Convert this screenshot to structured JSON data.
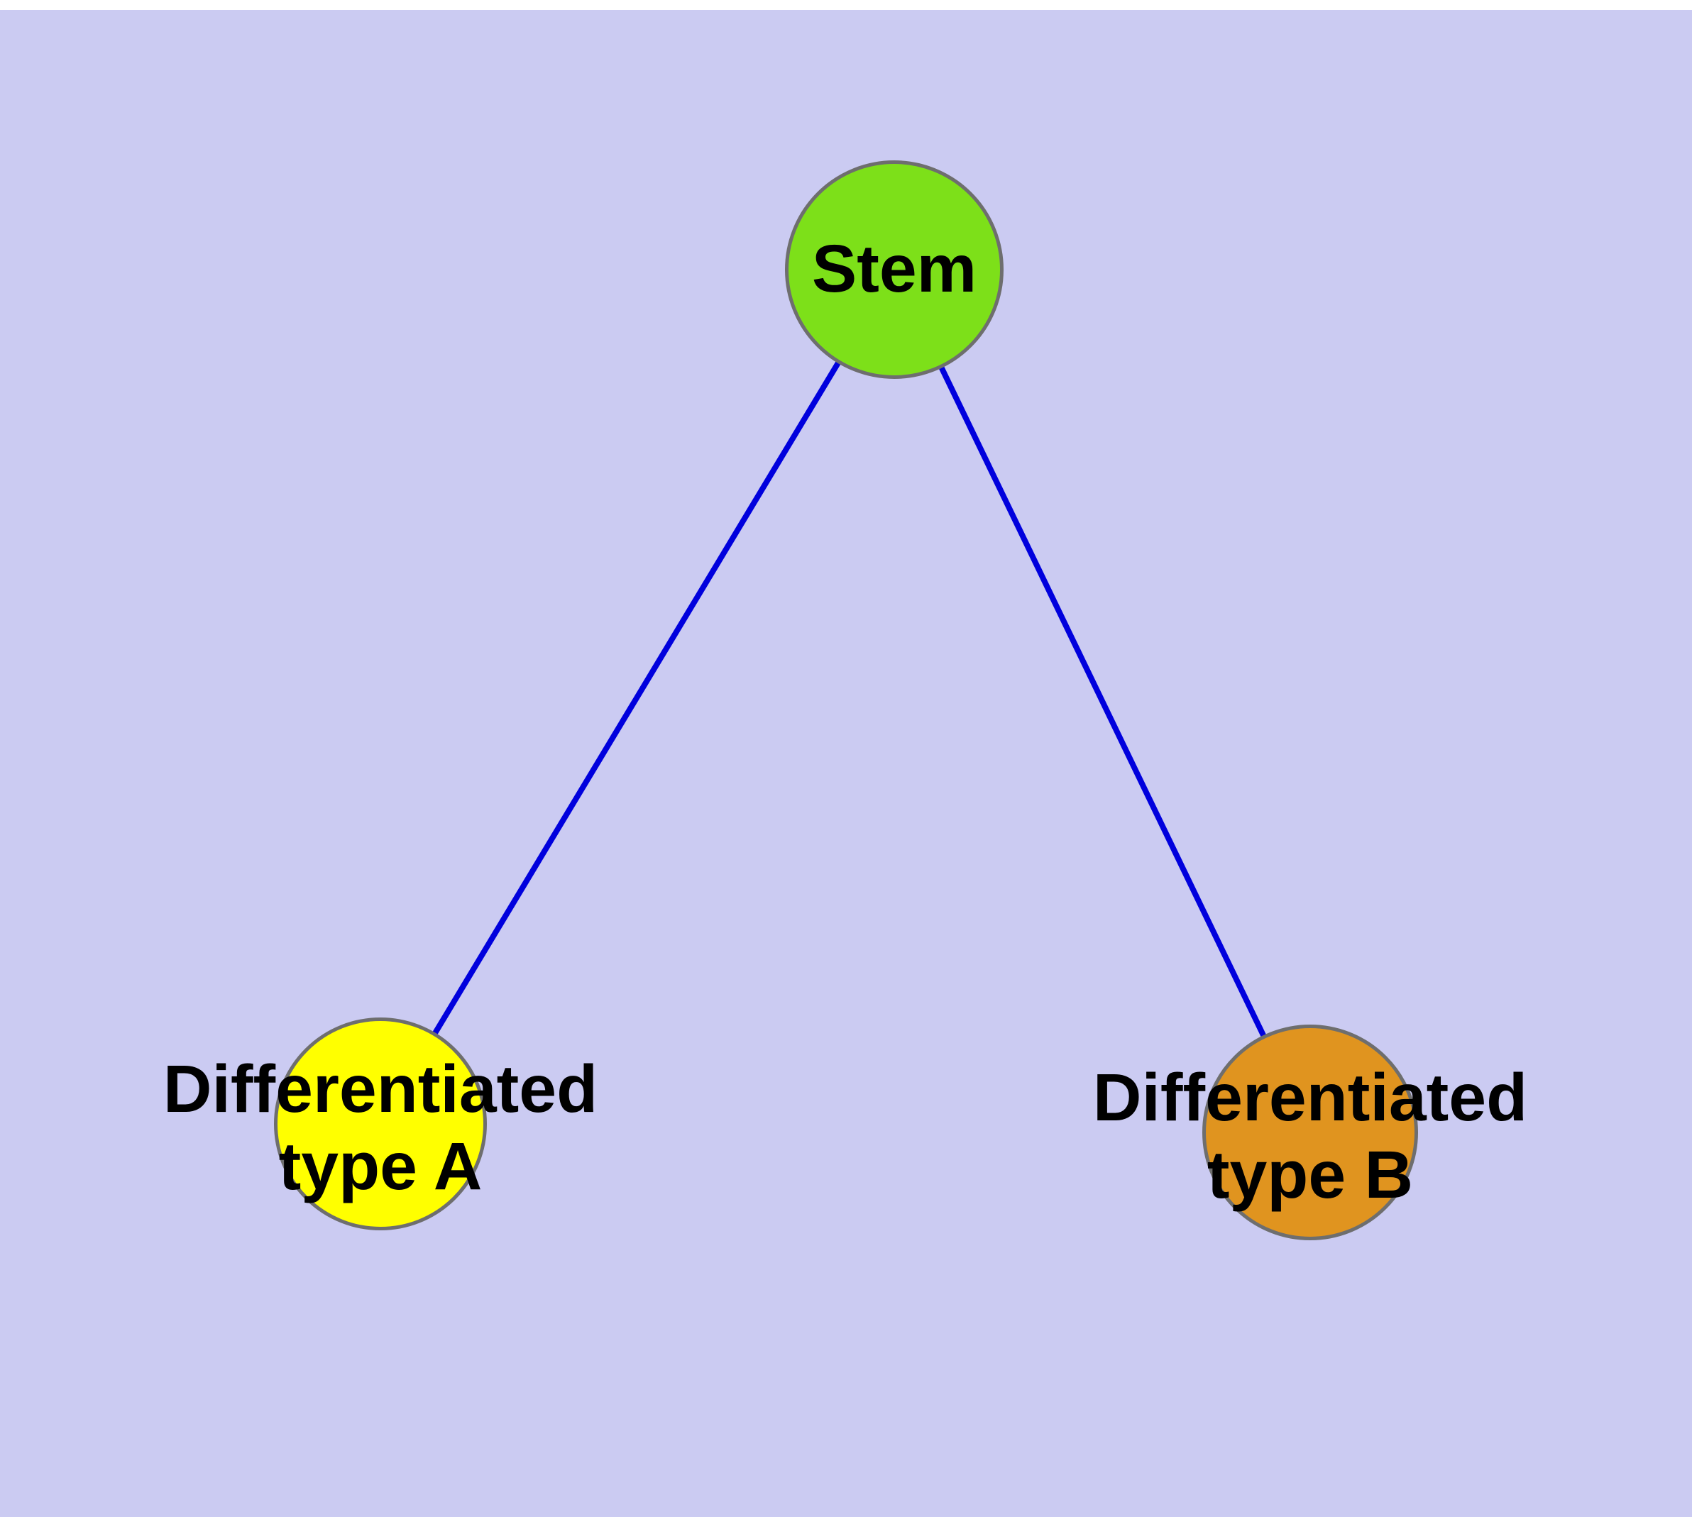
{
  "diagram": {
    "background_color": "#cbcbf2",
    "edge_color": "#0000dd",
    "node_border_color": "#6e6e6e",
    "nodes": [
      {
        "id": "stem",
        "label": "Stem",
        "fill": "#7de019"
      },
      {
        "id": "differentiated-type-a",
        "label_lines": [
          "Differentiated",
          "type A"
        ],
        "fill": "#ffff00"
      },
      {
        "id": "differentiated-type-b",
        "label_lines": [
          "Differentiated",
          "type B"
        ],
        "fill": "#e0941f"
      }
    ],
    "edges": [
      {
        "from": "stem",
        "to": "differentiated-type-a"
      },
      {
        "from": "stem",
        "to": "differentiated-type-b"
      }
    ]
  }
}
